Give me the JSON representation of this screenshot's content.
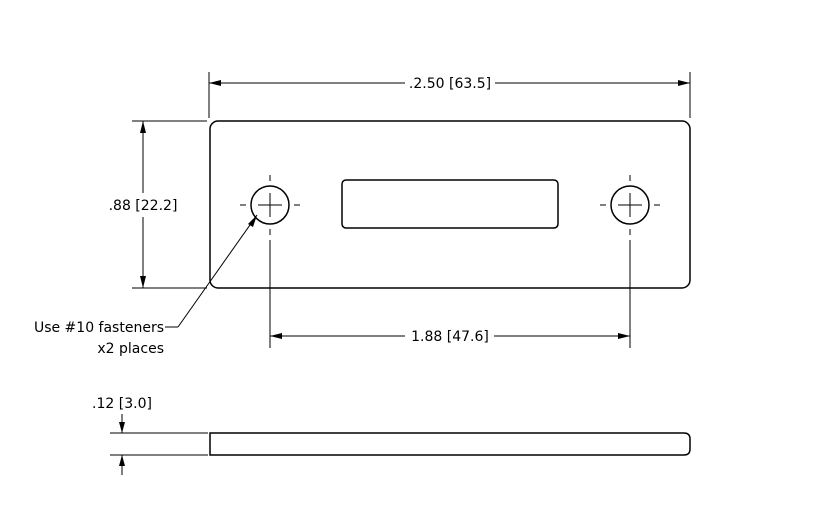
{
  "dimensions": {
    "overall_width": ".2.50 [63.5]",
    "height": ".88 [22.2]",
    "hole_spacing": "1.88 [47.6]",
    "thickness": ".12 [3.0]"
  },
  "note": {
    "line1": "Use #10 fasteners",
    "line2": "x2 places"
  }
}
